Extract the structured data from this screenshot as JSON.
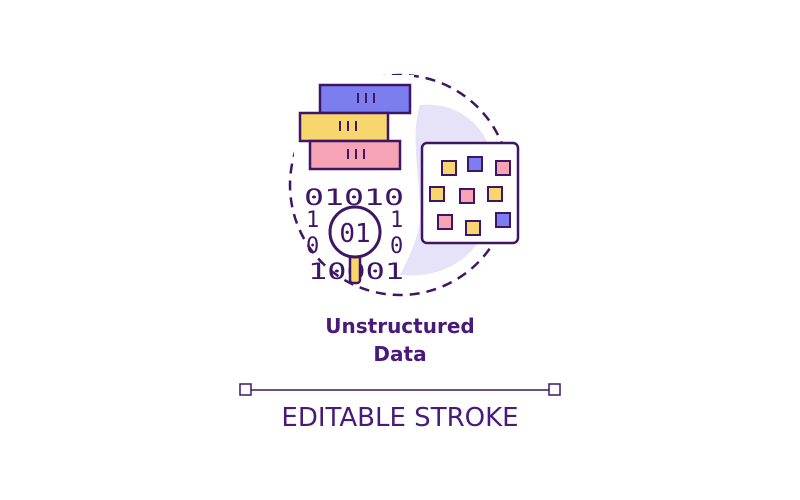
{
  "colors": {
    "outline": "#3f1666",
    "title": "#4a1a7a",
    "blob": "#e6e2f7",
    "blue": "#7c7ef0",
    "yellow": "#f7d66e",
    "pink": "#f5a3b5",
    "white": "#ffffff"
  },
  "icon": {
    "binary": {
      "row1": "01010",
      "row2_left": "1",
      "row2_right": "1",
      "row3_left": "0",
      "row3_right": "0",
      "row4": "10001",
      "lens": "01"
    }
  },
  "title": {
    "line1": "Unstructured",
    "line2": "Data"
  },
  "caption": "EDITABLE STROKE"
}
